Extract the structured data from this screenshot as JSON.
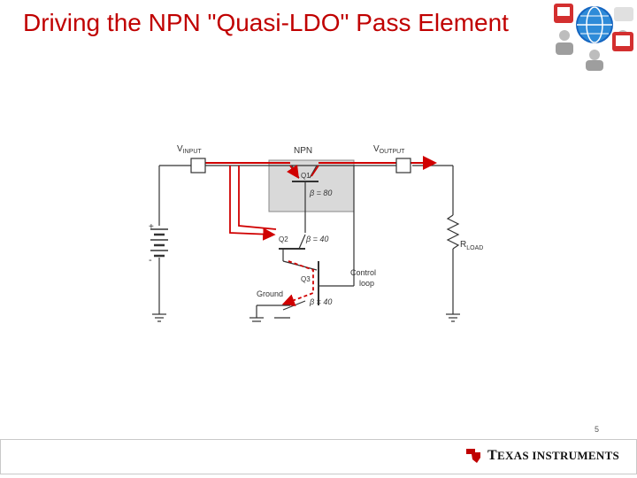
{
  "slide": {
    "title": "Driving the NPN \"Quasi-LDO\" Pass Element",
    "page_number": "5"
  },
  "circuit": {
    "v_input": "V",
    "v_input_sub": "INPUT",
    "v_output": "V",
    "v_output_sub": "OUTPUT",
    "npn_label": "NPN",
    "q1_label": "Q1",
    "beta1": "β = 80",
    "q2_label": "Q2",
    "beta2": "β = 40",
    "q3_label": "Q3",
    "beta3": "β = 40",
    "r_load": "R",
    "r_load_sub": "LOAD",
    "control_loop_line1": "Control",
    "control_loop_line2": "loop",
    "ground_label": "Ground",
    "battery_plus": "+",
    "battery_minus": "-"
  },
  "footer": {
    "brand_line": "Texas Instruments",
    "brand_texas": "TEXAS",
    "brand_instruments": "INSTRUMENTS"
  },
  "colors": {
    "title": "#c00000",
    "current_path": "#d00000",
    "wire": "#333333"
  }
}
